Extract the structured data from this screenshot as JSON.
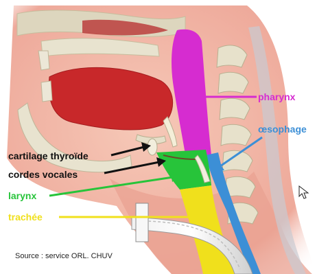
{
  "labels": {
    "pharynx": "pharynx",
    "oesophage": "œsophage",
    "cartilage": "cartilage thyroïde",
    "cordes": "cordes vocales",
    "larynx": "larynx",
    "trachee": "trachée"
  },
  "source": "Source : service ORL. CHUV",
  "colors": {
    "pharynx": "#d62cd0",
    "oesophage": "#3c8fd6",
    "larynx": "#27c43a",
    "trachee": "#f0e01c",
    "black": "#111111",
    "muscle": "#c8282a",
    "skin": "#f2b9a6",
    "bone": "#e8e3cf"
  }
}
